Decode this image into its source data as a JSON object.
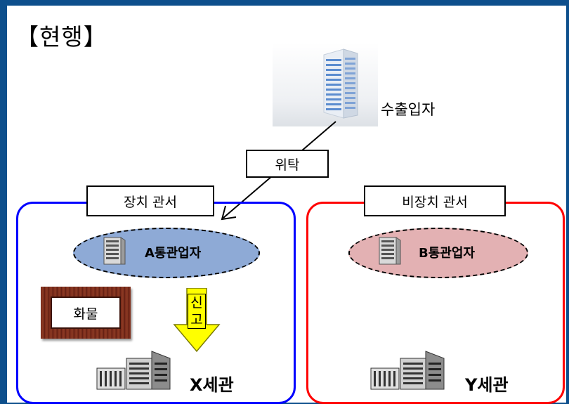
{
  "title": "【현행】",
  "exporter": {
    "label": "수출입자"
  },
  "delegation": {
    "label": "위탁"
  },
  "bonded_office": {
    "label": "장치 관서",
    "broker": "A통관업자",
    "cargo": "화물",
    "report": [
      "신",
      "고"
    ],
    "customs": "X세관",
    "color": "#0000ff"
  },
  "non_bonded_office": {
    "label": "비장치 관서",
    "broker": "B통관업자",
    "customs": "Y세관",
    "color": "#ff0000"
  },
  "colors": {
    "frame_bg": "#0d4f8c",
    "broker_a_fill": "#8eaad6",
    "broker_b_fill": "#e3b1b3",
    "report_arrow": "#ffff00"
  }
}
